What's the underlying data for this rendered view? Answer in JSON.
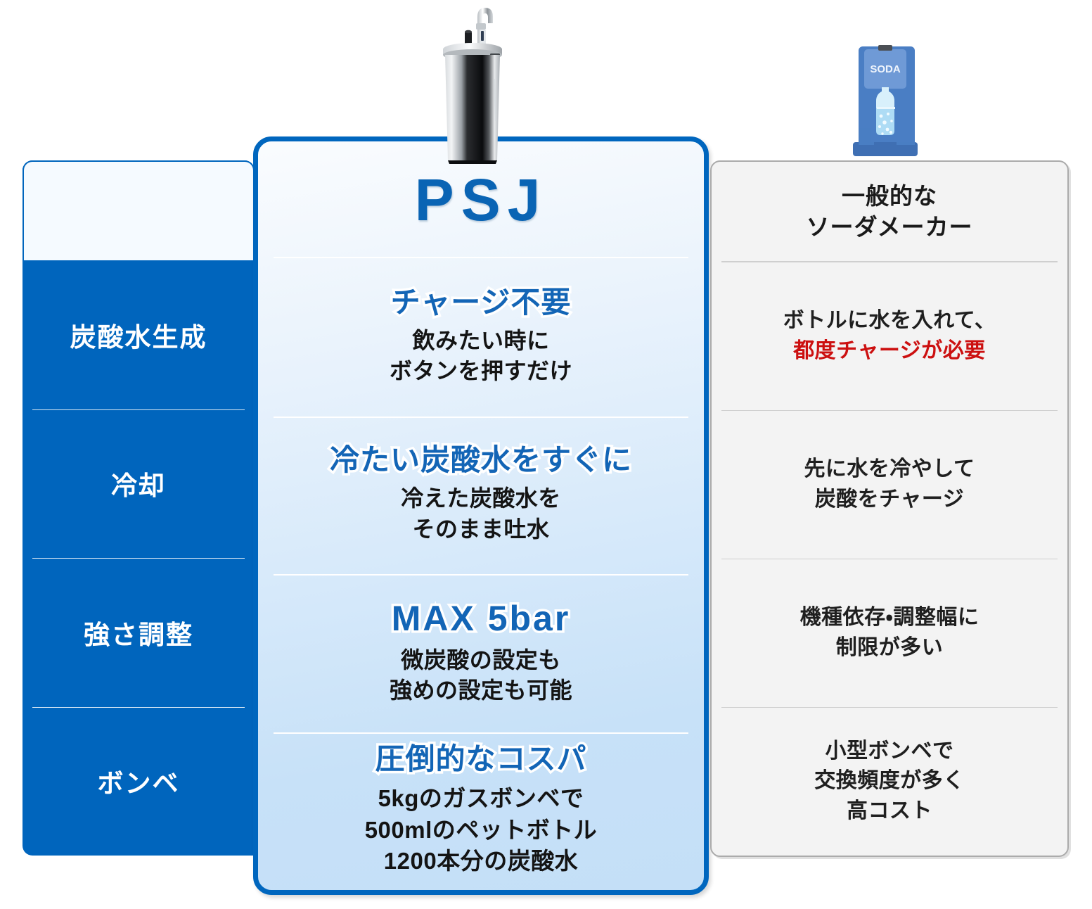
{
  "left_column": {
    "header": "",
    "rows": [
      {
        "label": "炭酸水生成"
      },
      {
        "label": "冷却"
      },
      {
        "label": "強さ調整"
      },
      {
        "label": "ボンベ"
      }
    ]
  },
  "psj_column": {
    "title": "PSJ",
    "product_image_alt": "water-dispenser",
    "rows": [
      {
        "headline": "チャージ不要",
        "detail_line1": "飲みたい時に",
        "detail_line2": "ボタンを押すだけ"
      },
      {
        "headline": "冷たい炭酸水をすぐに",
        "detail_line1": "冷えた炭酸水を",
        "detail_line2": "そのまま吐水"
      },
      {
        "headline": "MAX 5bar",
        "detail_line1": "微炭酸の設定も",
        "detail_line2": "強めの設定も可能"
      },
      {
        "headline": "圧倒的なコスパ",
        "detail_line1": "5kgのガスボンベで",
        "detail_line2": "500mlのペットボトル",
        "detail_line3": "1200本分の炭酸水"
      }
    ]
  },
  "generic_column": {
    "title_line1": "一般的な",
    "title_line2": "ソーダメーカー",
    "product_image_label": "SODA",
    "rows": [
      {
        "line1": "ボトルに水を入れて、",
        "line2_warning": "都度チャージが必要"
      },
      {
        "line1": "先に水を冷やして",
        "line2": "炭酸をチャージ"
      },
      {
        "line1": "機種依存・調整幅に",
        "line2": "制限が多い"
      },
      {
        "line1": "小型ボンベで",
        "line2": "交換頻度が多く",
        "line3": "高コスト"
      }
    ]
  },
  "colors": {
    "brand_blue": "#0065bd",
    "headline_blue": "#1365b6",
    "warning_red": "#cc1010",
    "panel_gray": "#f3f3f3",
    "panel_border": "#ababab"
  }
}
